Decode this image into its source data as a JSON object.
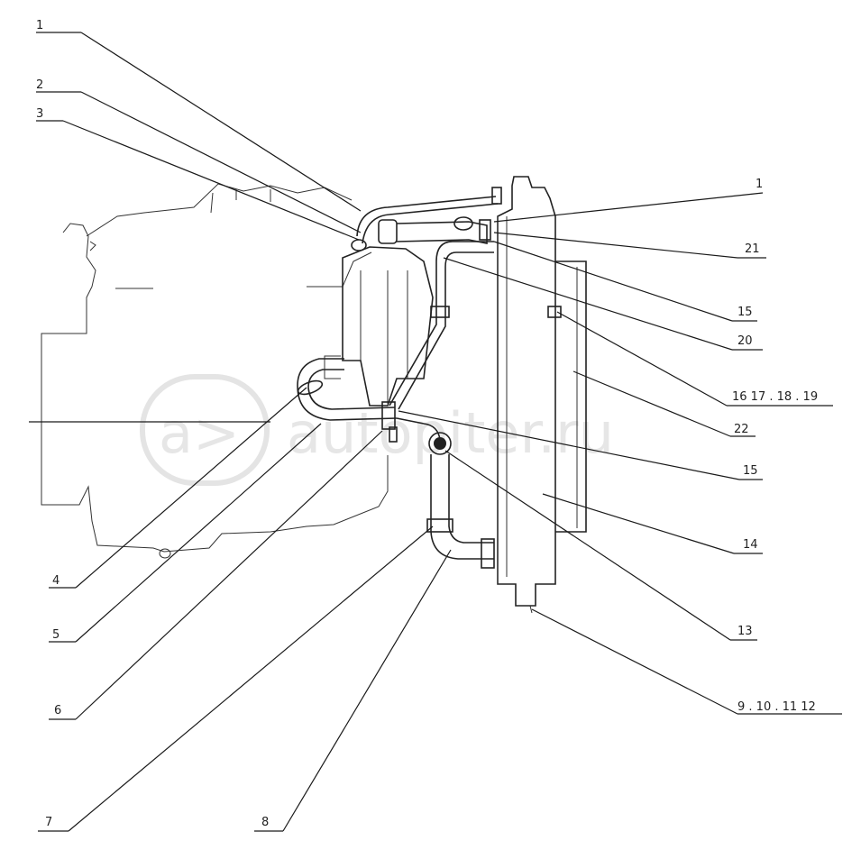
{
  "callouts": {
    "c1_top": "1",
    "c2": "2",
    "c3": "3",
    "c4": "4",
    "c5": "5",
    "c6": "6",
    "c7": "7",
    "c8": "8",
    "c1_right": "1",
    "c21": "21",
    "c15_top": "15",
    "c20": "20",
    "c16_19": "16  17 . 18 . 19",
    "c22": "22",
    "c15_mid": "15",
    "c14": "14",
    "c13": "13",
    "c9_12": "9 . 10 . 11  12"
  },
  "watermark": {
    "logo": "a>",
    "text": "autopiter.ru"
  }
}
